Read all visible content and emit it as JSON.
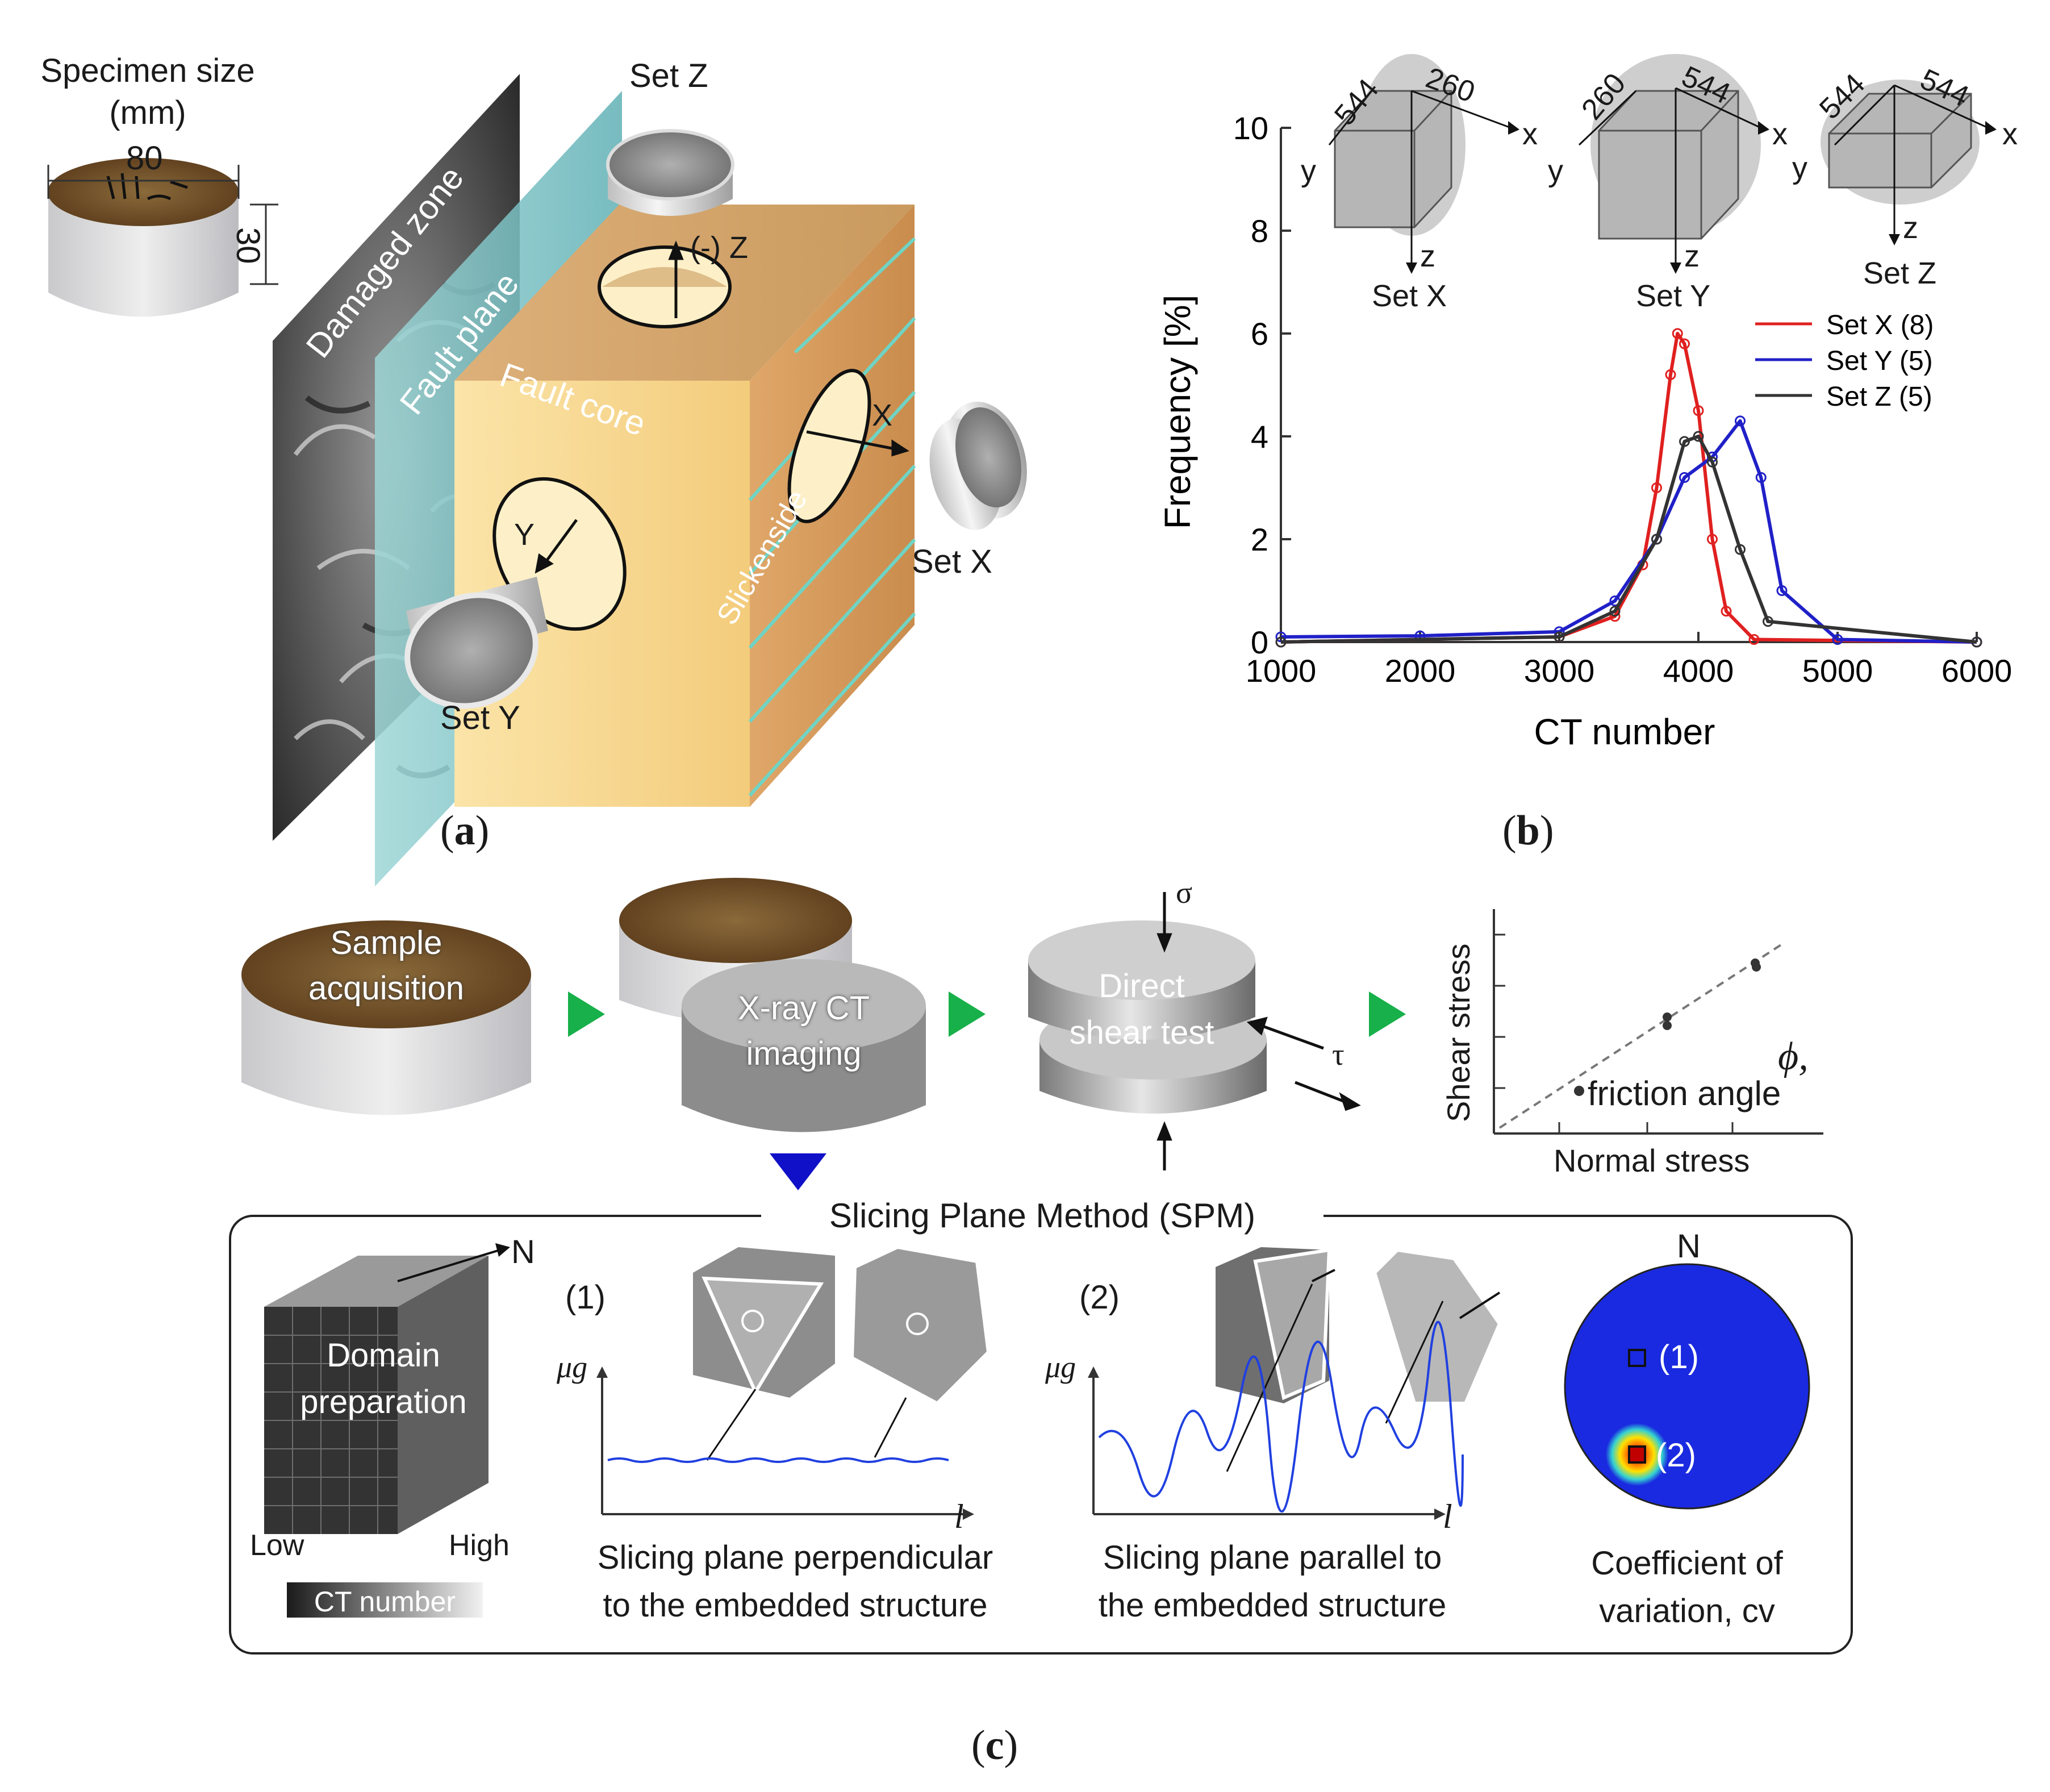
{
  "panel_a": {
    "caption": "a",
    "specimen_size_line1": "Specimen size",
    "specimen_size_line2": "(mm)",
    "dim_diameter": "80",
    "dim_height": "30",
    "damaged_zone": "Damaged zone",
    "fault_plane": "Fault plane",
    "fault_core": "Fault core",
    "slickenside": "Slickenside",
    "set_z": "Set Z",
    "set_x": "Set X",
    "set_y": "Set Y",
    "axis_z": "(-) Z",
    "axis_x": "X",
    "axis_y": "Y"
  },
  "panel_b": {
    "caption": "b",
    "insets": [
      {
        "label": "Set X",
        "dims": [
          "544",
          "260"
        ]
      },
      {
        "label": "Set Y",
        "dims": [
          "260",
          "544"
        ]
      },
      {
        "label": "Set Z",
        "dims": [
          "544",
          "544"
        ]
      }
    ],
    "axis_letters": {
      "x": "x",
      "y": "y",
      "z": "z"
    }
  },
  "chart_data": {
    "type": "line",
    "xlabel": "CT number",
    "ylabel": "Frequency [%]",
    "xlim": [
      1000,
      6000
    ],
    "ylim": [
      0,
      10
    ],
    "xticks": [
      "1000",
      "2000",
      "3000",
      "4000",
      "5000",
      "6000"
    ],
    "yticks": [
      "0",
      "2",
      "4",
      "6",
      "8",
      "10"
    ],
    "legend_position": "right",
    "series": [
      {
        "name": "Set X (8)",
        "color": "#e02020",
        "x": [
          1000,
          3000,
          3400,
          3600,
          3700,
          3800,
          3850,
          3900,
          4000,
          4100,
          4200,
          4400,
          6000
        ],
        "y": [
          0,
          0.1,
          0.5,
          1.5,
          3.0,
          5.2,
          6.0,
          5.8,
          4.5,
          2.0,
          0.6,
          0.05,
          0
        ]
      },
      {
        "name": "Set Y (5)",
        "color": "#2020c8",
        "x": [
          1000,
          2000,
          3000,
          3400,
          3700,
          3900,
          4100,
          4300,
          4450,
          4600,
          5000,
          6000
        ],
        "y": [
          0.1,
          0.12,
          0.2,
          0.8,
          2.0,
          3.2,
          3.6,
          4.3,
          3.2,
          1.0,
          0.05,
          0
        ]
      },
      {
        "name": "Set Z (5)",
        "color": "#333333",
        "x": [
          1000,
          3000,
          3400,
          3700,
          3900,
          4000,
          4100,
          4300,
          4500,
          6000
        ],
        "y": [
          0,
          0.1,
          0.6,
          2.0,
          3.9,
          4.0,
          3.5,
          1.8,
          0.4,
          0
        ]
      }
    ]
  },
  "panel_c": {
    "caption": "c",
    "sample_acquisition_1": "Sample",
    "sample_acquisition_2": "acquisition",
    "xray_1": "X-ray CT",
    "xray_2": "imaging",
    "shear_1": "Direct",
    "shear_2": "shear test",
    "sigma": "σ",
    "tau": "τ",
    "shear_stress": "Shear stress",
    "normal_stress": "Normal stress",
    "phi": "ϕ,",
    "friction_angle": "friction angle",
    "spm_title": "Slicing Plane Method (SPM)",
    "domain_1": "Domain",
    "domain_2": "preparation",
    "n_label": "N",
    "low": "Low",
    "high": "High",
    "ct_number": "CT number",
    "case1": "(1)",
    "case2": "(2)",
    "mu_g": "μg",
    "l": "l",
    "perp_1": "Slicing plane perpendicular",
    "perp_2": "to the embedded structure",
    "par_1": "Slicing plane parallel to",
    "par_2": "the embedded structure",
    "cv_1": "Coefficient of",
    "cv_2": "variation, cv",
    "stereo_n": "N",
    "stereo_1": "(1)",
    "stereo_2": "(2)"
  }
}
